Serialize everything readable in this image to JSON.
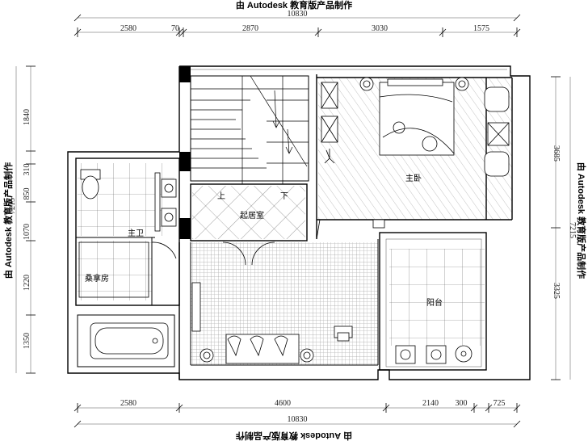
{
  "watermark": {
    "top": "由 Autodesk 教育版产品制作",
    "bottom": "由 Autodesk 教育版产品制作",
    "left": "由 Autodesk 教育版产品制作",
    "right": "由 Autodesk 教育版产品制作"
  },
  "dimensions": {
    "top_total": "10830",
    "top_segments": [
      "2580",
      "70",
      "2870",
      "3030",
      "1575"
    ],
    "bottom_total": "10830",
    "bottom_segments": [
      "2580",
      "4600",
      "2140",
      "300",
      "725"
    ],
    "left_total": "7215",
    "left_segments": [
      "1840",
      "310",
      "850",
      "1070",
      "1220",
      "1350"
    ],
    "right_total": "7215",
    "right_segments": [
      "3685",
      "3325"
    ]
  },
  "rooms": {
    "master_bedroom": "主卧",
    "living": "起居室",
    "master_bath": "主卫",
    "sauna": "桑拿房",
    "balcony": "阳台",
    "stair_up": "上",
    "stair_down": "下"
  }
}
